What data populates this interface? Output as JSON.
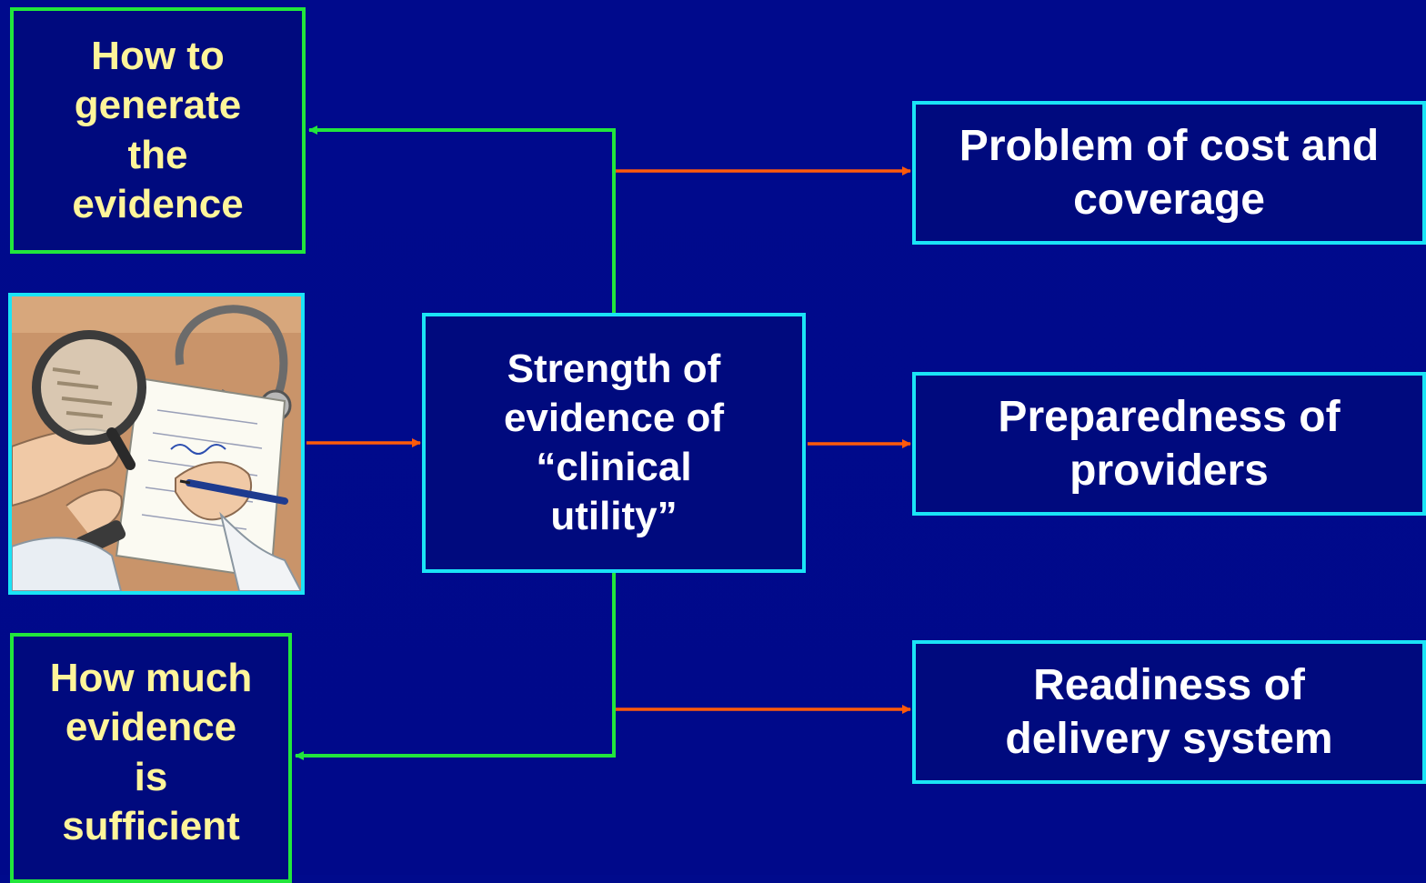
{
  "diagram": {
    "left_boxes": {
      "top": "How to\ngenerate\nthe\nevidence",
      "bottom": "How much\nevidence\nis\nsufficient"
    },
    "center": "Strength of\nevidence of\n“clinical\nutility”",
    "right_boxes": [
      {
        "label": "Problem of cost and\ncoverage"
      },
      {
        "label": "Preparedness of\nproviders"
      },
      {
        "label": "Readiness of\ndelivery system"
      }
    ],
    "illustration": "doctor-writing-prescription-with-magnifier"
  },
  "colors": {
    "background": "#000a8c",
    "green_border": "#22e63c",
    "cyan_border": "#1ae4f6",
    "arrow_orange": "#ff5a0a",
    "arrow_green": "#22e63c",
    "green_box_text": "#fff59a",
    "cyan_box_text": "#ffffff"
  }
}
